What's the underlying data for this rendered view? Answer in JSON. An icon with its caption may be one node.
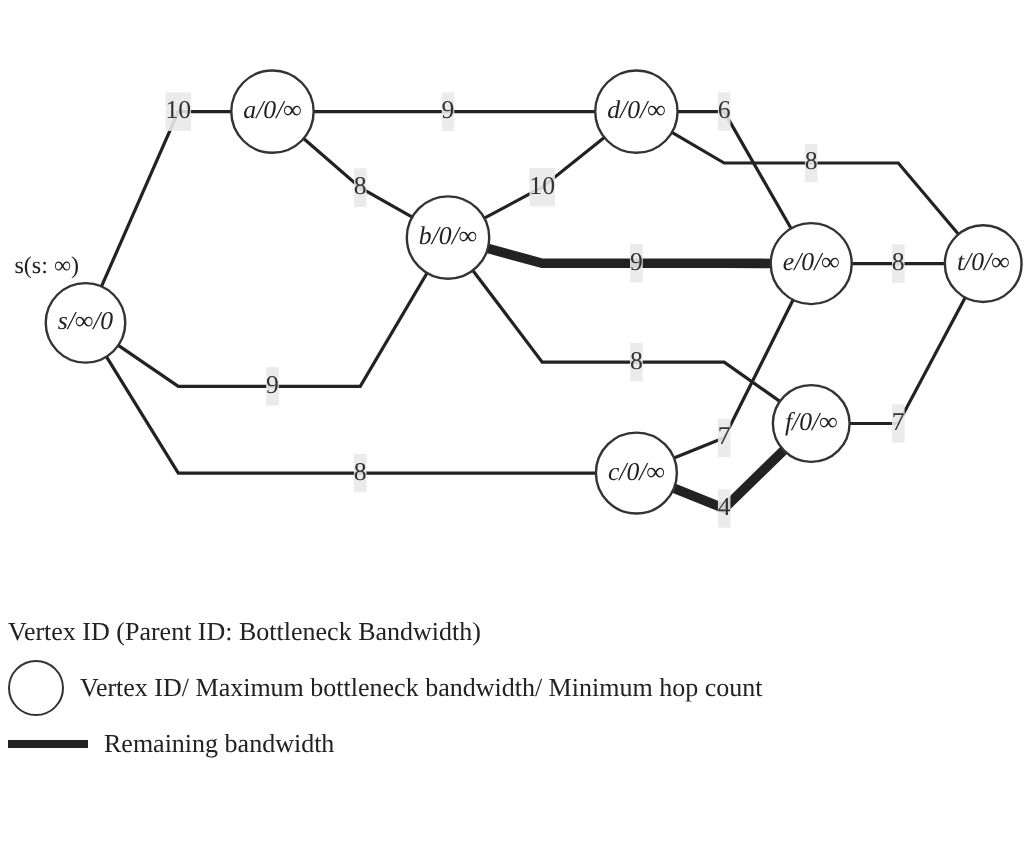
{
  "diagram": {
    "nodes": [
      {
        "text": [
          "s/∞/0"
        ],
        "beside": [
          "s(s: ∞)"
        ]
      },
      {
        "text": [
          "a/0/∞"
        ]
      },
      {
        "text": [
          "b/0/∞"
        ]
      },
      {
        "text": [
          "c/0/∞"
        ]
      },
      {
        "text": [
          "d/0/∞"
        ]
      },
      {
        "text": [
          "e/0/∞"
        ]
      },
      {
        "text": [
          "f/0/∞"
        ]
      },
      {
        "text": [
          "t/0/∞"
        ]
      }
    ],
    "edges": [
      {
        "from": 0,
        "to": 1,
        "arrow": "none",
        "label": "10"
      },
      {
        "from": 0,
        "to": 2,
        "arrow": "none",
        "label": "9"
      },
      {
        "from": 0,
        "to": 3,
        "arrow": "none",
        "label": "8"
      },
      {
        "from": 1,
        "to": 4,
        "arrow": "none",
        "label": "9"
      },
      {
        "from": 1,
        "to": 2,
        "arrow": "none",
        "label": "8"
      },
      {
        "from": 2,
        "to": 4,
        "arrow": "none",
        "label": "10"
      },
      {
        "from": 4,
        "to": 5,
        "arrow": "none",
        "label": "6"
      },
      {
        "from": 4,
        "to": 7,
        "arrow": "none",
        "label": "8"
      },
      {
        "from": 2,
        "to": 5,
        "arrow": "none",
        "label": "9",
        "style": "thick"
      },
      {
        "from": 5,
        "to": 7,
        "arrow": "none",
        "label": "8"
      },
      {
        "from": 2,
        "to": 6,
        "arrow": "none",
        "label": "8"
      },
      {
        "from": 3,
        "to": 5,
        "arrow": "none",
        "label": "7"
      },
      {
        "from": 3,
        "to": 6,
        "arrow": "none",
        "label": "4",
        "style": "thick"
      },
      {
        "from": 6,
        "to": 7,
        "arrow": "none",
        "label": "7"
      }
    ],
    "legend": [
      {
        "text": "Vertex ID (Parent ID: Bottleneck Bandwidth)"
      },
      {
        "text": "Vertex ID/ Maximum bottleneck bandwidth/ Minimum hop count"
      },
      {
        "text": "Remaining bandwidth"
      }
    ]
  }
}
